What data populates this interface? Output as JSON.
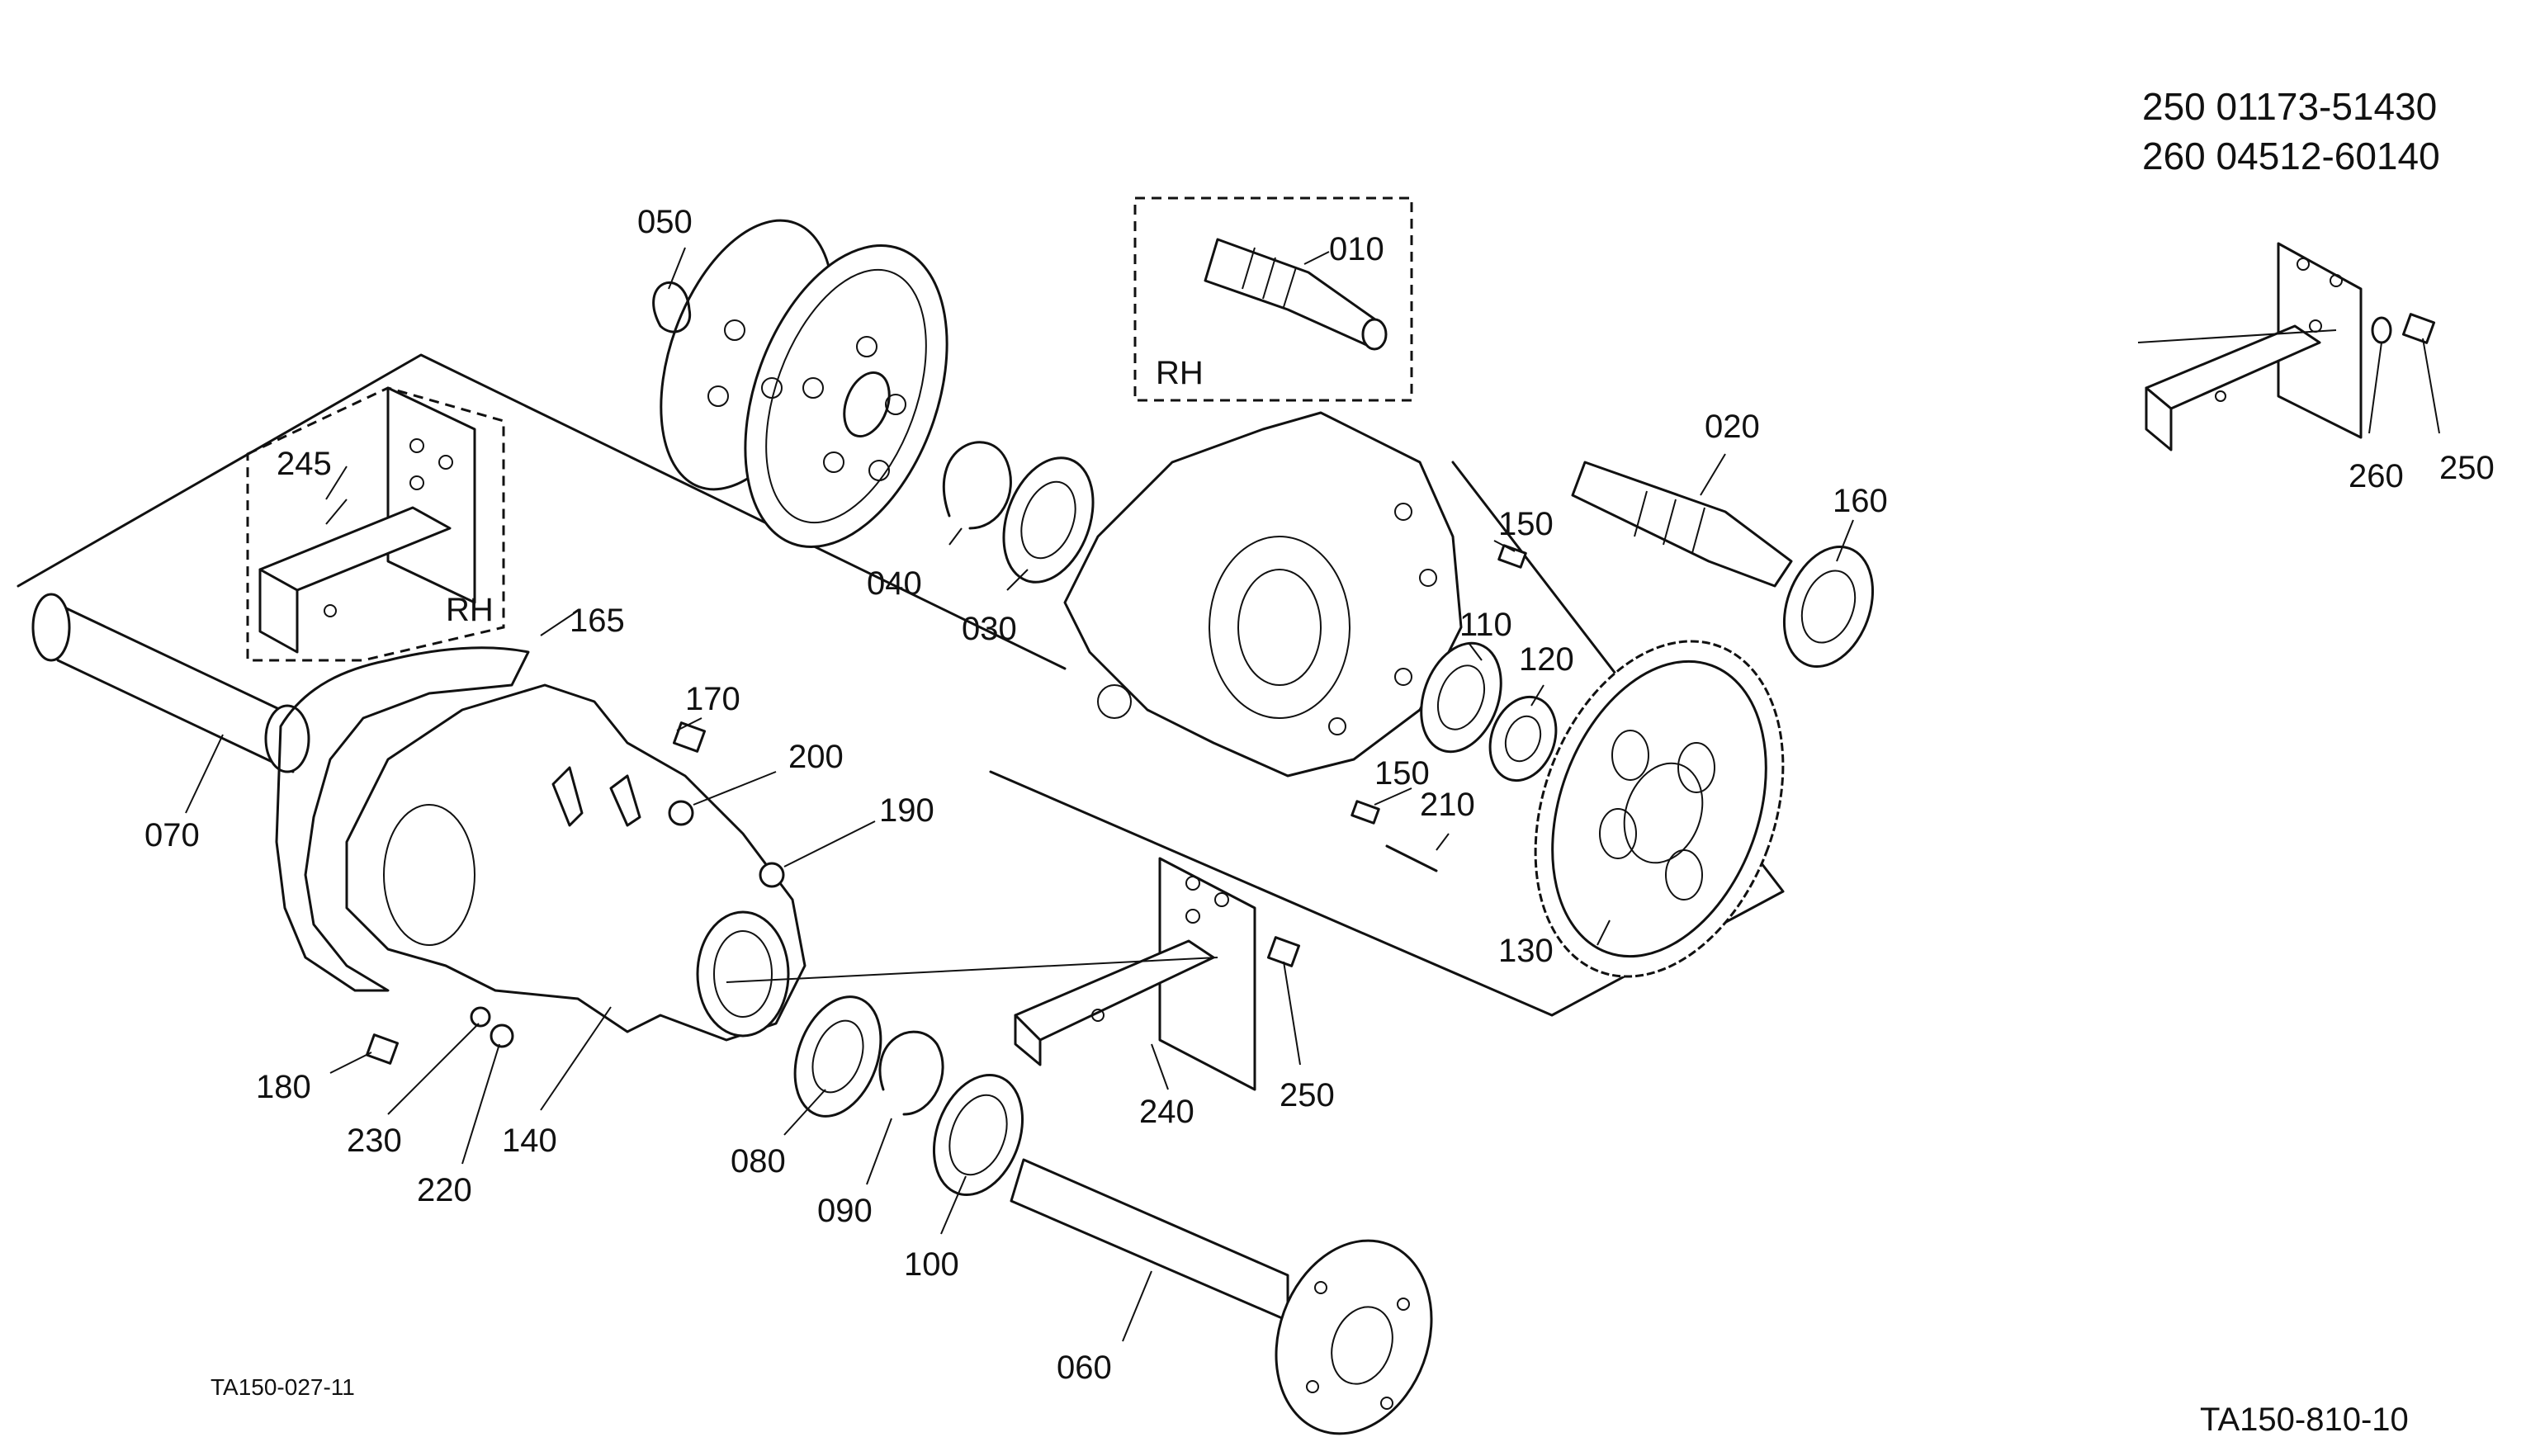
{
  "parts_note": [
    "250 01173-51430",
    "260 04512-60140"
  ],
  "callouts": {
    "p010": "010",
    "p020": "020",
    "p030": "030",
    "p040": "040",
    "p050": "050",
    "p060": "060",
    "p070": "070",
    "p080": "080",
    "p090": "090",
    "p100": "100",
    "p110": "110",
    "p120": "120",
    "p130": "130",
    "p140": "140",
    "p150a": "150",
    "p150b": "150",
    "p160": "160",
    "p165": "165",
    "p170": "170",
    "p180": "180",
    "p190": "190",
    "p200": "200",
    "p210": "210",
    "p220": "220",
    "p230": "230",
    "p240": "240",
    "p245": "245",
    "p250a": "250",
    "p250b": "250",
    "p260": "260"
  },
  "variant_labels": {
    "rh_bracket": "RH",
    "rh_shaft": "RH"
  },
  "figure_codes": {
    "left": "TA150-027-11",
    "right": "TA150-810-10"
  }
}
